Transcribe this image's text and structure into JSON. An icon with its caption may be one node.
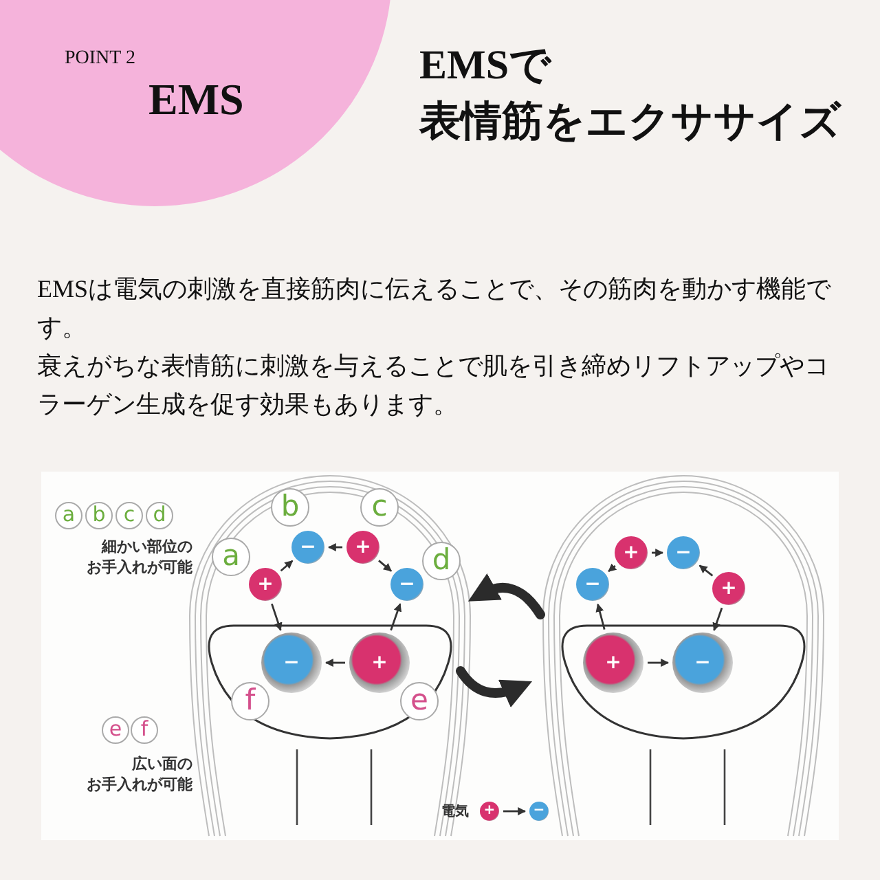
{
  "diagram": {
    "title": "EMSで表情筋をエクササイズ",
    "nodes": [
      {
        "text": [
          "a"
        ]
      },
      {
        "text": [
          "b"
        ]
      },
      {
        "text": [
          "c"
        ]
      },
      {
        "text": [
          "d"
        ]
      },
      {
        "text": [
          "e"
        ]
      },
      {
        "text": [
          "f"
        ]
      },
      {
        "text": [
          "a"
        ]
      },
      {
        "text": [
          "b"
        ]
      },
      {
        "text": [
          "c"
        ]
      },
      {
        "text": [
          "d"
        ]
      },
      {
        "text": [
          "f"
        ]
      },
      {
        "text": [
          "e"
        ]
      },
      {
        "text": [
          "+"
        ]
      },
      {
        "text": [
          "−"
        ]
      },
      {
        "text": [
          "+"
        ]
      },
      {
        "text": [
          "−"
        ]
      },
      {
        "text": [
          "−"
        ]
      },
      {
        "text": [
          "+"
        ]
      },
      {
        "text": [
          "+"
        ]
      },
      {
        "text": [
          "−"
        ]
      },
      {
        "text": [
          "−"
        ]
      },
      {
        "text": [
          "+"
        ]
      },
      {
        "text": [
          "+"
        ]
      },
      {
        "text": [
          "−"
        ]
      },
      {
        "text": [
          "+"
        ]
      },
      {
        "text": [
          "−"
        ]
      }
    ],
    "edges": [
      {
        "from": 12,
        "to": 13,
        "arrow": "to"
      },
      {
        "from": 14,
        "to": 13,
        "arrow": "to"
      },
      {
        "from": 14,
        "to": 15,
        "arrow": "to"
      },
      {
        "from": 12,
        "to": 16,
        "arrow": "to"
      },
      {
        "from": 17,
        "to": 15,
        "arrow": "to"
      },
      {
        "from": 17,
        "to": 16,
        "arrow": "to"
      },
      {
        "from": 18,
        "to": 19,
        "arrow": "to"
      },
      {
        "from": 18,
        "to": 20,
        "arrow": "to"
      },
      {
        "from": 21,
        "to": 19,
        "arrow": "to"
      },
      {
        "from": 22,
        "to": 20,
        "arrow": "to"
      },
      {
        "from": 21,
        "to": 23,
        "arrow": "to"
      },
      {
        "from": 22,
        "to": 23,
        "arrow": "to"
      },
      {
        "from": 24,
        "to": 25,
        "arrow": "to"
      }
    ],
    "labels": [
      "POINT 2",
      "EMS",
      "EMSは電気の刺激を直接筋肉に伝えることで、その筋肉を動かす機能です。",
      "衰えがちな表情筋に刺激を与えることで肌を引き締めリフトアップやコラーゲン生成を促す効果もあります。",
      "細かい部位のお手入れが可能",
      "広い面のお手入れが可能",
      "電気"
    ]
  }
}
